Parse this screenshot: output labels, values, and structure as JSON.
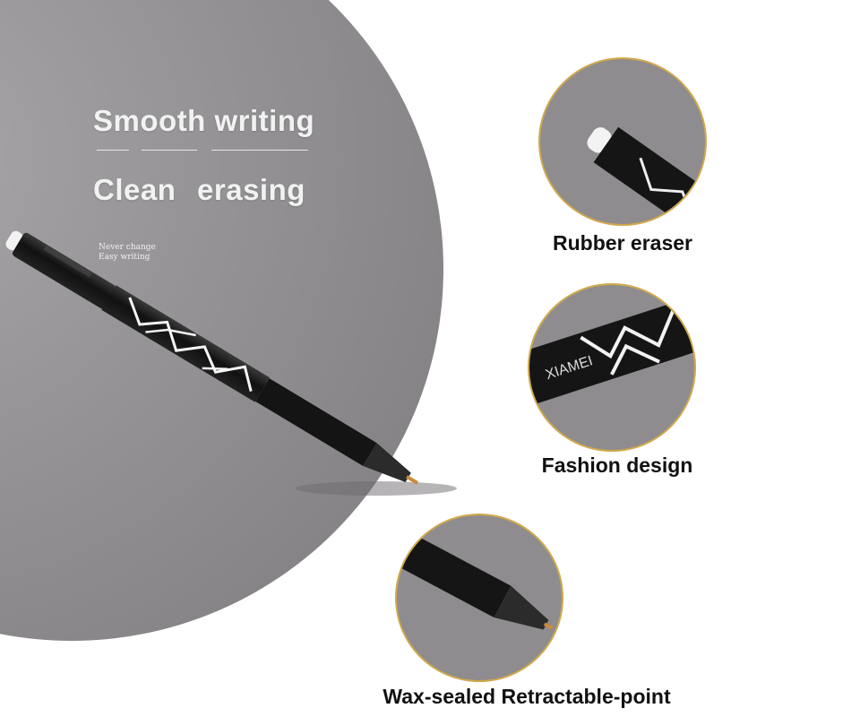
{
  "headline": {
    "line1": "Smooth writing",
    "line2": "Clean   erasing"
  },
  "tagline": {
    "line1": "Never change",
    "line2": "Easy writing"
  },
  "brand_mark": "XIAMEI",
  "features": [
    {
      "label": "Rubber eraser",
      "icon": "eraser-closeup"
    },
    {
      "label": "Fashion design",
      "icon": "barrel-pattern-closeup"
    },
    {
      "label": "Wax-sealed Retractable-point",
      "icon": "pen-tip-closeup"
    }
  ],
  "colors": {
    "background": "#ffffff",
    "gray_disc": "#8f8c8f",
    "pen_body": "#1a1a1a",
    "circle_ring": "#cfa84c"
  }
}
